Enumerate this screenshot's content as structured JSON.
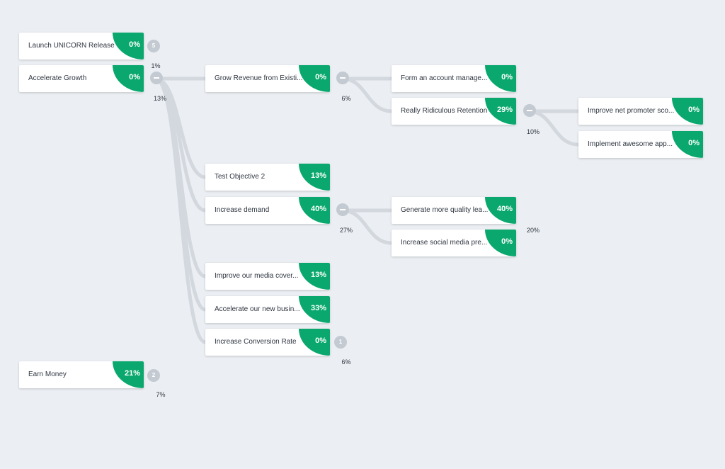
{
  "objectives": [
    {
      "id": "launch",
      "title": "Launch UNICORN Release",
      "progress": "0%"
    },
    {
      "id": "accel",
      "title": "Accelerate Growth",
      "progress": "0%"
    },
    {
      "id": "grow",
      "title": "Grow Revenue from Existi...",
      "progress": "0%"
    },
    {
      "id": "form",
      "title": "Form an account manage...",
      "progress": "0%"
    },
    {
      "id": "really",
      "title": "Really Ridiculous Retention",
      "progress": "29%"
    },
    {
      "id": "improvenps",
      "title": "Improve net promoter sco...",
      "progress": "0%"
    },
    {
      "id": "implement",
      "title": "Implement awesome app...",
      "progress": "0%"
    },
    {
      "id": "test2",
      "title": "Test Objective 2",
      "progress": "13%"
    },
    {
      "id": "demand",
      "title": "Increase demand",
      "progress": "40%"
    },
    {
      "id": "quality",
      "title": "Generate more quality lea...",
      "progress": "40%"
    },
    {
      "id": "social",
      "title": "Increase social media pre...",
      "progress": "0%"
    },
    {
      "id": "media",
      "title": "Improve our media cover...",
      "progress": "13%"
    },
    {
      "id": "newbiz",
      "title": "Accelerate our new busin...",
      "progress": "33%"
    },
    {
      "id": "conversion",
      "title": "Increase Conversion Rate",
      "progress": "0%"
    },
    {
      "id": "money",
      "title": "Earn Money",
      "progress": "21%"
    }
  ],
  "controls": [
    {
      "id": "launch",
      "label": "5",
      "type": "count",
      "weight": "1%"
    },
    {
      "id": "accel",
      "label": "",
      "type": "collapse",
      "weight": "13%"
    },
    {
      "id": "grow",
      "label": "",
      "type": "collapse",
      "weight": "6%"
    },
    {
      "id": "really",
      "label": "",
      "type": "collapse",
      "weight": "10%"
    },
    {
      "id": "demand",
      "label": "",
      "type": "collapse",
      "weight": "27%"
    },
    {
      "id": "quality",
      "label": "",
      "type": "none",
      "weight": "20%"
    },
    {
      "id": "conversion",
      "label": "1",
      "type": "count",
      "weight": "6%"
    },
    {
      "id": "money",
      "label": "2",
      "type": "count",
      "weight": "7%"
    }
  ],
  "colors": {
    "progress": "#0aa86e",
    "background": "#ebeef2",
    "connector": "#d3d8de",
    "control": "#c4cad2"
  }
}
